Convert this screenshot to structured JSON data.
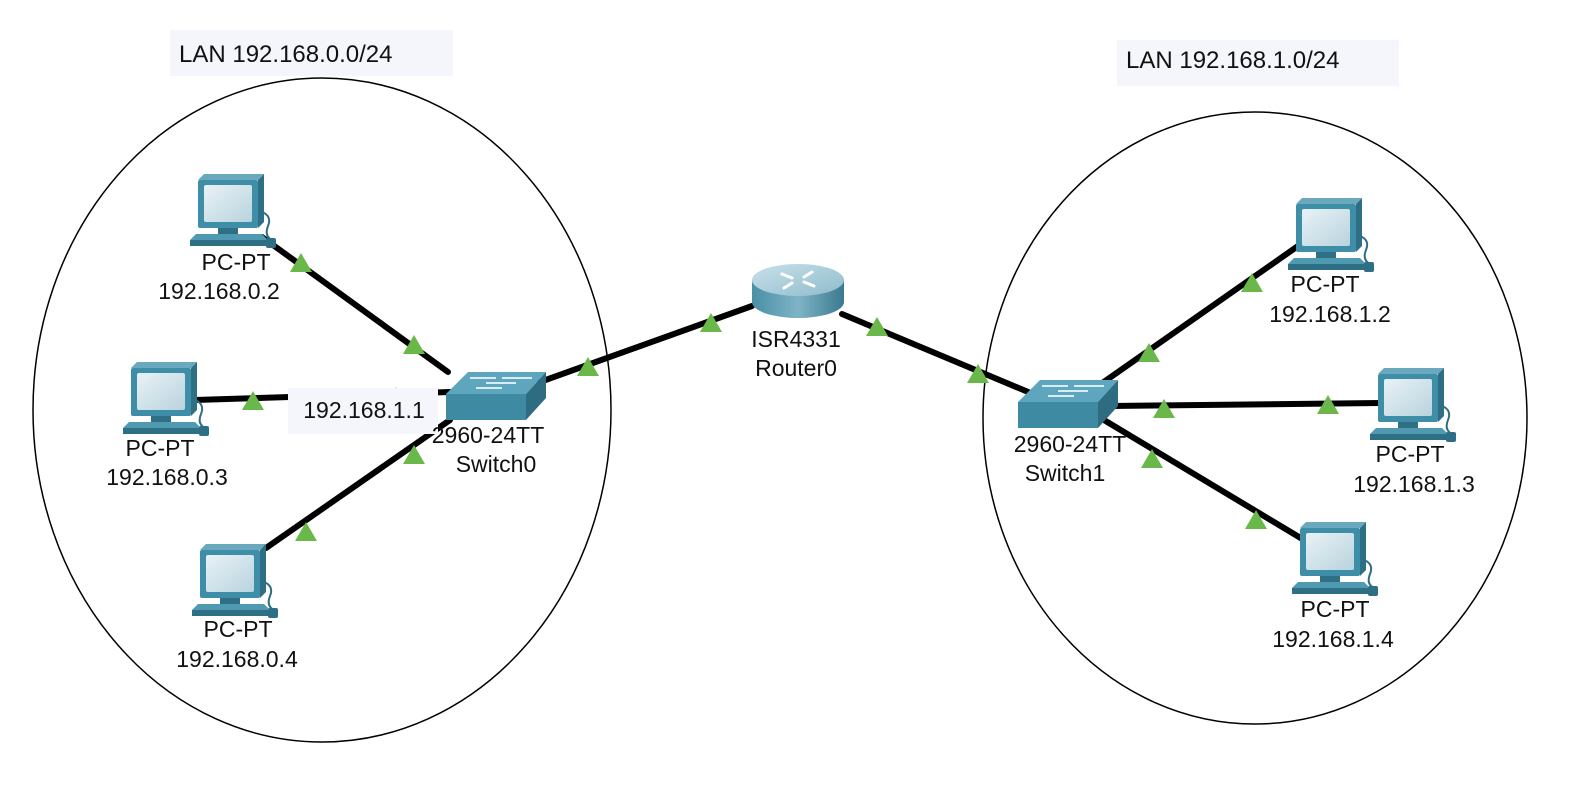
{
  "lans": [
    {
      "label": "LAN 192.168.0.0/24"
    },
    {
      "label": "LAN 192.168.1.0/24"
    }
  ],
  "router": {
    "model": "ISR4331",
    "name": "Router0"
  },
  "switches": [
    {
      "model": "2960-24TT",
      "name": "Switch0",
      "ip_note": "192.168.1.1"
    },
    {
      "model": "2960-24TT",
      "name": "Switch1"
    }
  ],
  "pcs_left": [
    {
      "model": "PC-PT",
      "ip": "192.168.0.2"
    },
    {
      "model": "PC-PT",
      "ip": "192.168.0.3"
    },
    {
      "model": "PC-PT",
      "ip": "192.168.0.4"
    }
  ],
  "pcs_right": [
    {
      "model": "PC-PT",
      "ip": "192.168.1.2"
    },
    {
      "model": "PC-PT",
      "ip": "192.168.1.3"
    },
    {
      "model": "PC-PT",
      "ip": "192.168.1.4"
    }
  ],
  "colors": {
    "link": "#000000",
    "link_up_marker": "#6ab84a",
    "device_teal": "#3d8ea6",
    "label_bg": "#f4f6fb"
  }
}
